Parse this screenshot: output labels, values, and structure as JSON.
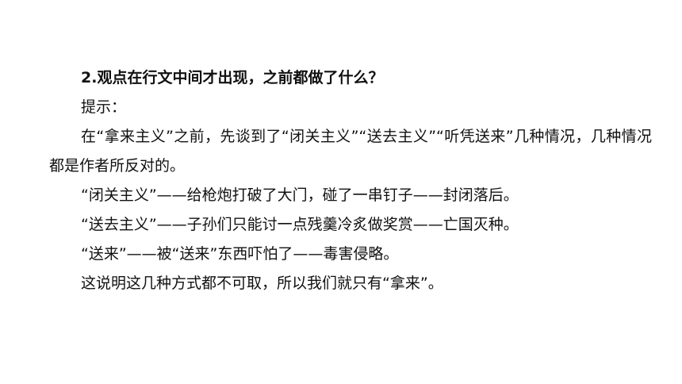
{
  "slide": {
    "question": "2.观点在行文中间才出现，之前都做了什么？",
    "hint_label": "提示：",
    "paragraphs": [
      "在“拿来主义”之前，先谈到了“闭关主义”“送去主义”“听凭送来”几种情况，几种情况都是作者所反对的。",
      "“闭关主义”——给枪炮打破了大门，碰了一串钉子——封闭落后。",
      "“送去主义”——子孙们只能讨一点残羹冷炙做奖赏——亡国灭种。",
      "“送来”——被“送来”东西吓怕了——毒害侵略。",
      "这说明这几种方式都不可取，所以我们就只有“拿来”。"
    ]
  }
}
